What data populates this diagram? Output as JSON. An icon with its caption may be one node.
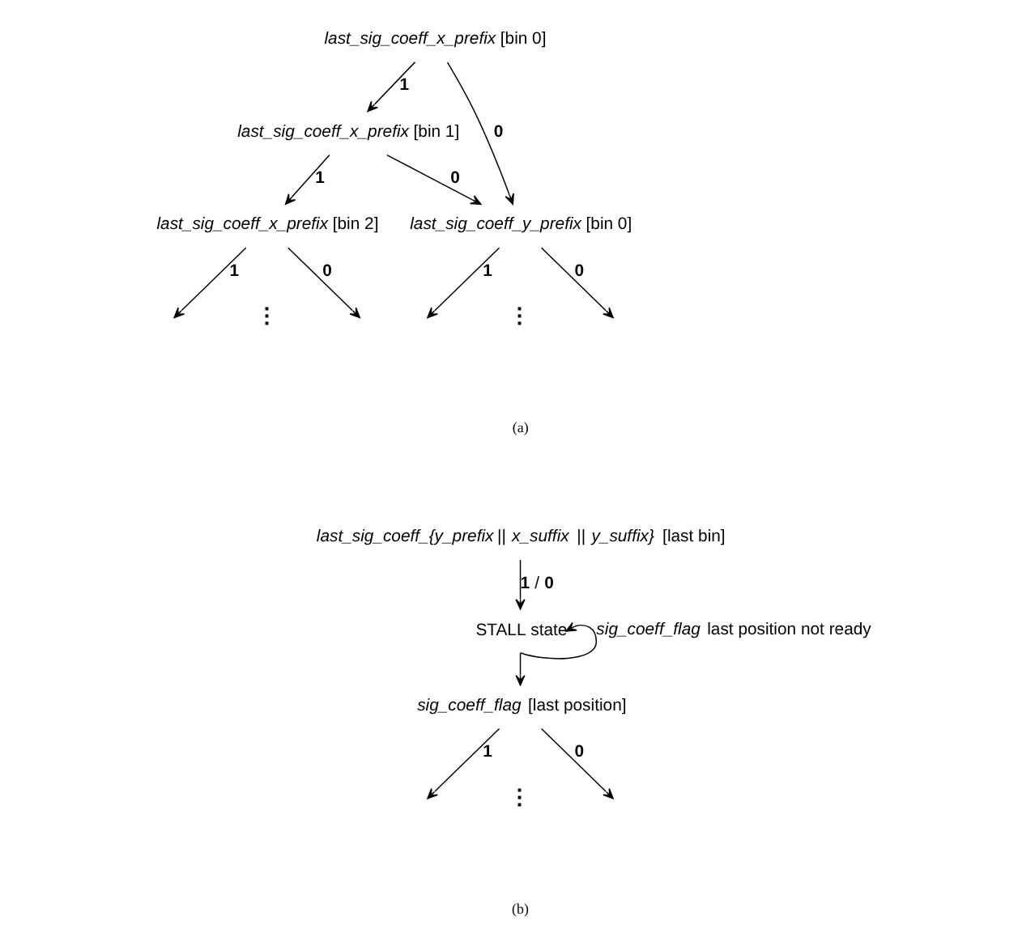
{
  "diagram": {
    "nodes": [
      {
        "text": [
          "*last_sig_coeff_x_prefix* [bin 0]"
        ]
      },
      {
        "text": [
          "*last_sig_coeff_x_prefix* [bin 1]"
        ]
      },
      {
        "text": [
          "*last_sig_coeff_x_prefix* [bin 2]"
        ]
      },
      {
        "text": [
          "*last_sig_coeff_y_prefix* [bin 0]"
        ]
      },
      {
        "text": [
          "*last_sig_coeff_{y_prefix* || *x_suffix* || *y_suffix}* [last bin]"
        ]
      },
      {
        "text": [
          "STALL state"
        ]
      },
      {
        "text": [
          "*sig_coeff_flag* [last position]"
        ]
      }
    ],
    "edges": [
      {
        "from": 0,
        "to": 1,
        "arrow": "to",
        "label": "1"
      },
      {
        "from": 0,
        "to": 3,
        "arrow": "to",
        "label": "0"
      },
      {
        "from": 1,
        "to": 2,
        "arrow": "to",
        "label": "1"
      },
      {
        "from": 1,
        "to": 3,
        "arrow": "to",
        "label": "0"
      },
      {
        "from": 2,
        "to": null,
        "arrow": "to",
        "label": "1"
      },
      {
        "from": 2,
        "to": null,
        "arrow": "to",
        "label": "0"
      },
      {
        "from": 3,
        "to": null,
        "arrow": "to",
        "label": "1"
      },
      {
        "from": 3,
        "to": null,
        "arrow": "to",
        "label": "0"
      },
      {
        "from": 4,
        "to": 5,
        "arrow": "to",
        "label": "**1** / **0**"
      },
      {
        "from": 5,
        "to": 5,
        "arrow": "to",
        "label": "*sig_coeff_flag* last position not ready"
      },
      {
        "from": 5,
        "to": 6,
        "arrow": "to"
      },
      {
        "from": 6,
        "to": null,
        "arrow": "to",
        "label": "1"
      },
      {
        "from": 6,
        "to": null,
        "arrow": "to",
        "label": "0"
      }
    ],
    "labels": [
      "⋮",
      "⋮",
      "(a)",
      "⋮",
      "(b)"
    ]
  }
}
